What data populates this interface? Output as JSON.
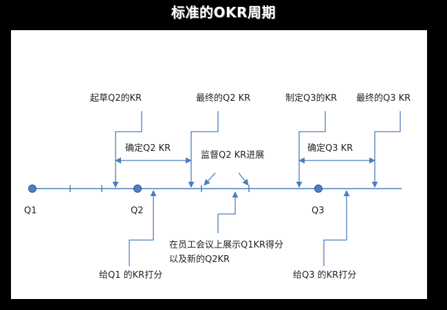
{
  "title": "标准的OKR周期",
  "quarters": {
    "q1": "Q1",
    "q2": "Q2",
    "q3": "Q3"
  },
  "labels": {
    "draft_q2": "起草Q2的KR",
    "final_q2": "最终的Q2 KR",
    "set_q3": "制定Q3的KR",
    "final_q3": "最终的Q3 KR",
    "confirm_q2": "确定Q2 KR",
    "monitor_q2": "监督Q2 KR进展",
    "confirm_q3": "确定Q3 KR",
    "meeting_line1": "在员工会议上展示Q1KR得分",
    "meeting_line2": "以及新的Q2KR",
    "score_q1": "给Q1 的KR打分",
    "score_q3": "给Q3 的KR打分"
  },
  "colors": {
    "line": "#4a7ebb",
    "dot": "#4f7ec2",
    "dot_stroke": "#2f5a94"
  }
}
